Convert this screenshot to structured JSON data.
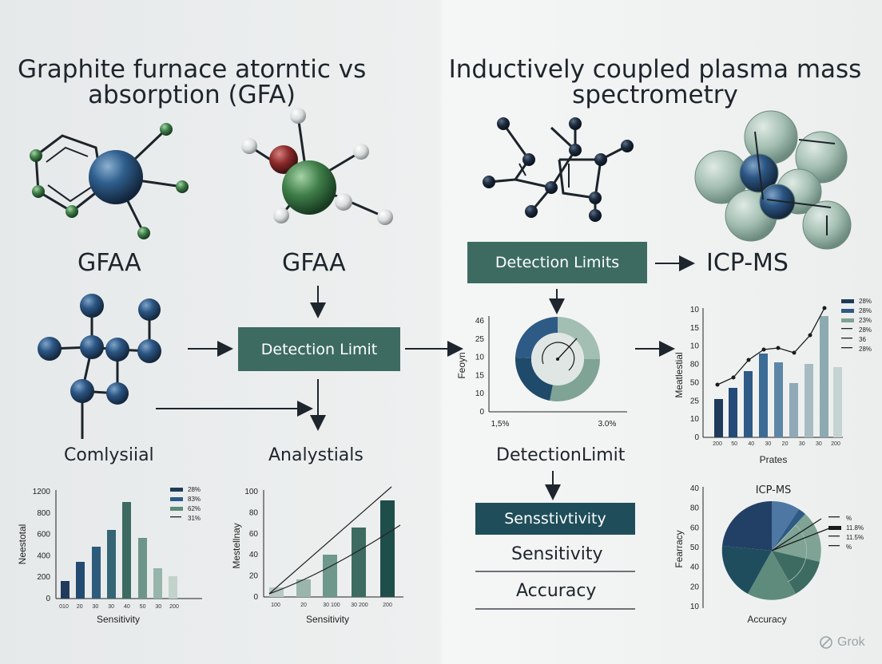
{
  "titles": {
    "left_line1": "Graphite furnace atorntic  vs",
    "left_line2": "absorption (GFA)",
    "right_line1": "Inductively coupled plasma mass",
    "right_line2": "spectrometry"
  },
  "labels": {
    "gfaa_1": "GFAA",
    "gfaa_2": "GFAA",
    "icp_ms": "ICP-MS",
    "comlysiial": "Comlysiial",
    "analystials": "Analystials",
    "detectionlimit_text": "DetectionLimit",
    "sensitivity_plain": "Sensitivity",
    "accuracy_plain": "Accuracy"
  },
  "boxes": {
    "detection_limit": "Detection Limit",
    "detection_limits": "Detection Limits",
    "sensstivity": "Sensstivtivity"
  },
  "watermark": "Grok",
  "colors": {
    "navy": "#1f3a5a",
    "blue": "#2e5a86",
    "teal": "#3d6b62",
    "sage": "#7ea294",
    "pale": "#b7c9c2",
    "dark": "#14212b"
  },
  "charts": {
    "bar_left": {
      "ylabel": "Neestotal",
      "yticks": [
        "1200",
        "800",
        "600",
        "400",
        "200",
        "0"
      ],
      "xticks": [
        "010",
        "20",
        "30",
        "30",
        "40",
        "50",
        "30",
        "200"
      ],
      "xlabel": "Sensitivity",
      "legend": [
        "28%",
        "83%",
        "62%",
        "31%"
      ]
    },
    "bar_mid": {
      "ylabel": "Mestellnay",
      "yticks": [
        "100",
        "80",
        "60",
        "40",
        "20",
        "0"
      ],
      "xticks": [
        "100",
        "20",
        "30 100",
        "30 200",
        "200"
      ],
      "xlabel": "Sensitivity"
    },
    "donut": {
      "ylabel": "Feoyn",
      "yticks": [
        "46",
        "25",
        "10",
        "15",
        "10",
        "0"
      ],
      "xticks": [
        "1,5%",
        "3.0%"
      ]
    },
    "bar_right": {
      "ylabel": "Meatlestial",
      "yticks": [
        "10",
        "15",
        "10",
        "80",
        "50",
        "25",
        "10",
        "0"
      ],
      "xticks": [
        "200",
        "50",
        "40",
        "30",
        "20",
        "30",
        "30",
        "200"
      ],
      "xlabel": "Prates",
      "legend": [
        "28%",
        "28%",
        "23%",
        "28%",
        "36",
        "28%"
      ]
    },
    "pie": {
      "title": "ICP-MS",
      "ylabel": "Fearracy",
      "yticks": [
        "40",
        "80",
        "60",
        "50",
        "40",
        "20",
        "10"
      ],
      "xlabel": "Accuracy",
      "legend": [
        "%",
        "11.8%",
        "11.5%",
        "%"
      ]
    }
  }
}
